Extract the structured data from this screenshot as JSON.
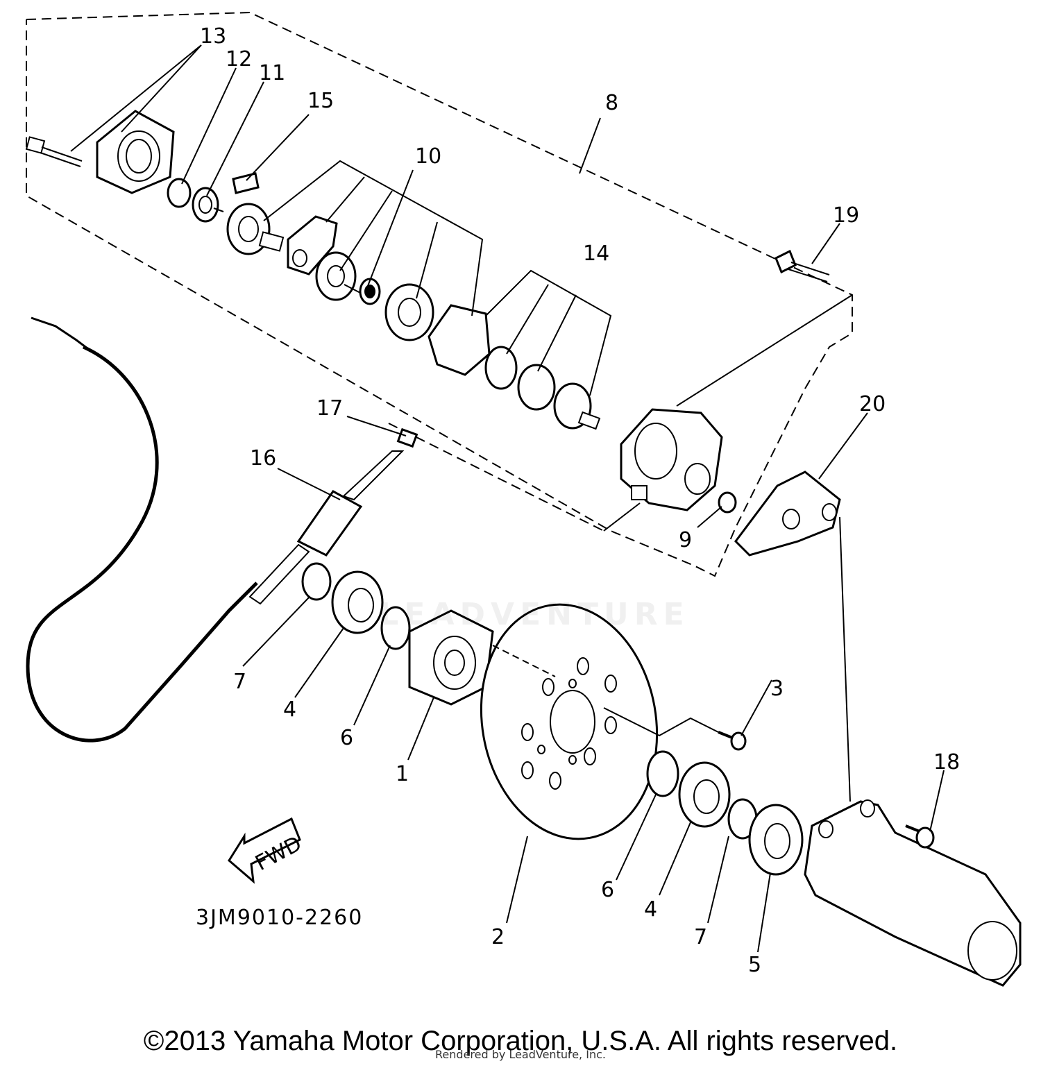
{
  "diagram": {
    "part_number": "3JM9010-2260",
    "direction_label": "FWD",
    "callouts": [
      "1",
      "2",
      "3",
      "4",
      "5",
      "6",
      "7",
      "8",
      "9",
      "10",
      "11",
      "12",
      "13",
      "14",
      "15",
      "16",
      "17",
      "18",
      "19",
      "20"
    ],
    "repeated_callouts": [
      "4",
      "6",
      "7"
    ]
  },
  "footer": {
    "copyright": "©2013 Yamaha Motor Corporation, U.S.A. All rights reserved.",
    "rendered_by": "Rendered by LeadVenture, Inc."
  },
  "watermark": {
    "text": "LEADVENTURE"
  }
}
